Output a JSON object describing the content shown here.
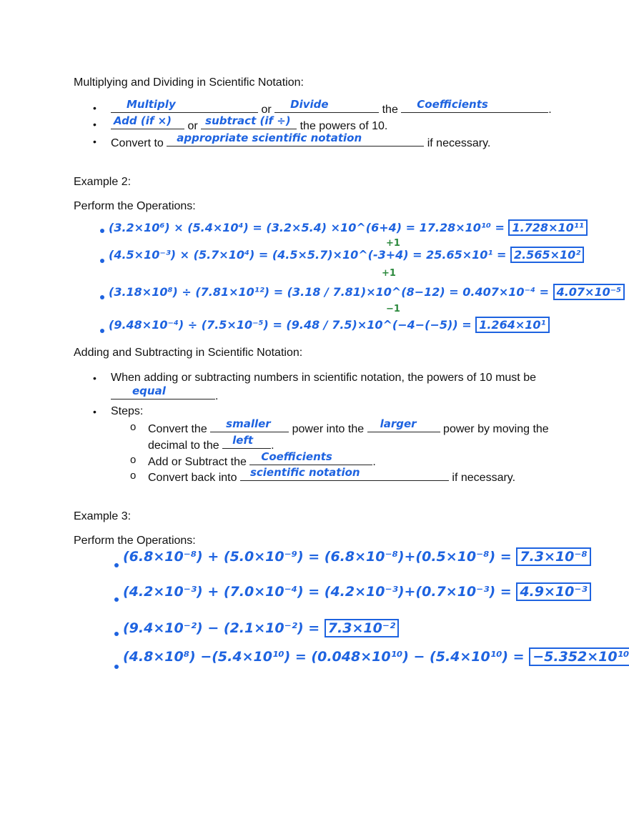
{
  "section1": {
    "heading": "Multiplying and Dividing in Scientific Notation:",
    "items": [
      {
        "or": "or",
        "the": "the",
        "end": ".",
        "ans1": "Multiply",
        "ans2": "Divide",
        "ans3": "Coefficients"
      },
      {
        "or": "or",
        "tail": "the powers of 10.",
        "ans1": "Add (if ×)",
        "ans2": "subtract (if ÷)"
      },
      {
        "lead": "Convert to",
        "tail": "if necessary.",
        "ans1": "appropriate   scientific   notation"
      }
    ]
  },
  "example2": {
    "heading": "Example 2:",
    "prompt": "Perform the Operations:",
    "work": [
      {
        "expr": "(3.2×10⁶) × (5.4×10⁴) = (3.2×5.4) ×10^(6+4) = 17.28×10¹⁰ =",
        "answer": "1.728×10¹¹",
        "mark": "+1"
      },
      {
        "expr": "(4.5×10⁻³) × (5.7×10⁴) = (4.5×5.7)×10^(-3+4) = 25.65×10¹ =",
        "answer": "2.565×10²",
        "mark": "+1"
      },
      {
        "expr": "(3.18×10⁸) ÷ (7.81×10¹²) = (3.18 / 7.81)×10^(8−12) = 0.407×10⁻⁴ =",
        "answer": "4.07×10⁻⁵",
        "mark": "−1"
      },
      {
        "expr": "(9.48×10⁻⁴) ÷ (7.5×10⁻⁵) = (9.48 / 7.5)×10^(−4−(−5)) =",
        "answer": "1.264×10¹",
        "mark": ""
      }
    ]
  },
  "section2": {
    "heading": "Adding and Subtracting in Scientific Notation:",
    "bullet1_line1": "When adding or subtracting numbers in scientific notation, the powers of 10 must be",
    "bullet1_end": ".",
    "bullet1_ans": "equal",
    "steps_label": "Steps:",
    "sub": [
      {
        "lead": "Convert the",
        "mid": "power into the",
        "tail": "power by moving the",
        "ans1": "smaller",
        "ans2": "larger"
      },
      {
        "lead": "decimal to the",
        "tail": ".",
        "ans1": "left"
      },
      {
        "lead": "Add or Subtract the",
        "tail": ".",
        "ans1": "Coefficients"
      },
      {
        "lead": "Convert back into",
        "tail": "if necessary.",
        "ans1": "scientific   notation"
      }
    ]
  },
  "example3": {
    "heading": "Example 3:",
    "prompt": "Perform the Operations:",
    "work": [
      {
        "expr": "(6.8×10⁻⁸) + (5.0×10⁻⁹) = (6.8×10⁻⁸)+(0.5×10⁻⁸) =",
        "answer": "7.3×10⁻⁸"
      },
      {
        "expr": "(4.2×10⁻³) + (7.0×10⁻⁴) = (4.2×10⁻³)+(0.7×10⁻³) =",
        "answer": "4.9×10⁻³"
      },
      {
        "expr": "(9.4×10⁻²) − (2.1×10⁻²) =",
        "answer": "7.3×10⁻²"
      },
      {
        "expr": "(4.8×10⁸) −(5.4×10¹⁰) = (0.048×10¹⁰) − (5.4×10¹⁰) =",
        "answer": "−5.352×10¹⁰"
      }
    ]
  },
  "colors": {
    "ink_blue": "#1e63e0",
    "ink_green": "#2d8a3e",
    "text": "#111111"
  }
}
